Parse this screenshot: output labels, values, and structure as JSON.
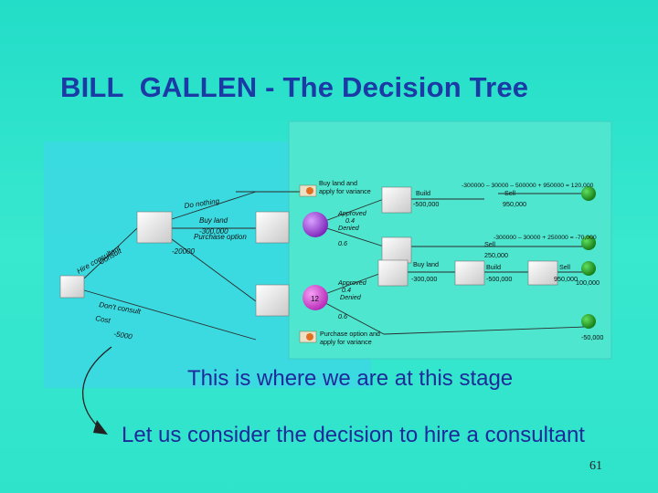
{
  "title": "BILL  GALLEN - The Decision Tree",
  "tree": {
    "left_labels": {
      "do_nothing": "Do nothing",
      "buy_land": "Buy land",
      "buy_land_cost": "-300,000",
      "purchase_option": "Purchase option",
      "purchase_option_cost": "-20000",
      "consult": "Consult",
      "hire_consultant": "Hire consultant",
      "cost": "Cost",
      "cost_value": "-5000"
    },
    "right_labels": {
      "buy_land_apply": "Buy land and apply for variance",
      "approved": "Approved",
      "approved_prob": "0.4",
      "denied": "Denied",
      "denied_prob": "0.6",
      "node_value": "12",
      "purchase_apply": "Purchase option and apply for variance",
      "build1": "Build",
      "build1_cost": "-500,000",
      "sell1": "Sell",
      "sell1_value": "950,000",
      "payoff1": "-300000 – 30000 – 500000 + 950000 = 120,000",
      "payoff2": "-300000 – 30000 + 250000 = -70,000",
      "sell2": "Sell",
      "sell2_value": "250,000",
      "buy_land2": "Buy land",
      "buy_land2_cost": "-300,000",
      "build2": "Build",
      "build2_cost": "-500,000",
      "sell3": "Sell",
      "sell3_value": "950,000",
      "payoff3": "100,000",
      "payoff4": "-50,000"
    }
  },
  "caption1": "This is where we are at this stage",
  "caption2": "Let us consider the decision to hire a consultant",
  "page_number": "61",
  "colors": {
    "background": "#2fe3cb",
    "title": "#1b3aa6",
    "caption": "#1d2b9a",
    "terminal": "#1e9a1e",
    "chance_purple": "#9b3fd0",
    "chance_magenta": "#d23fd0"
  }
}
